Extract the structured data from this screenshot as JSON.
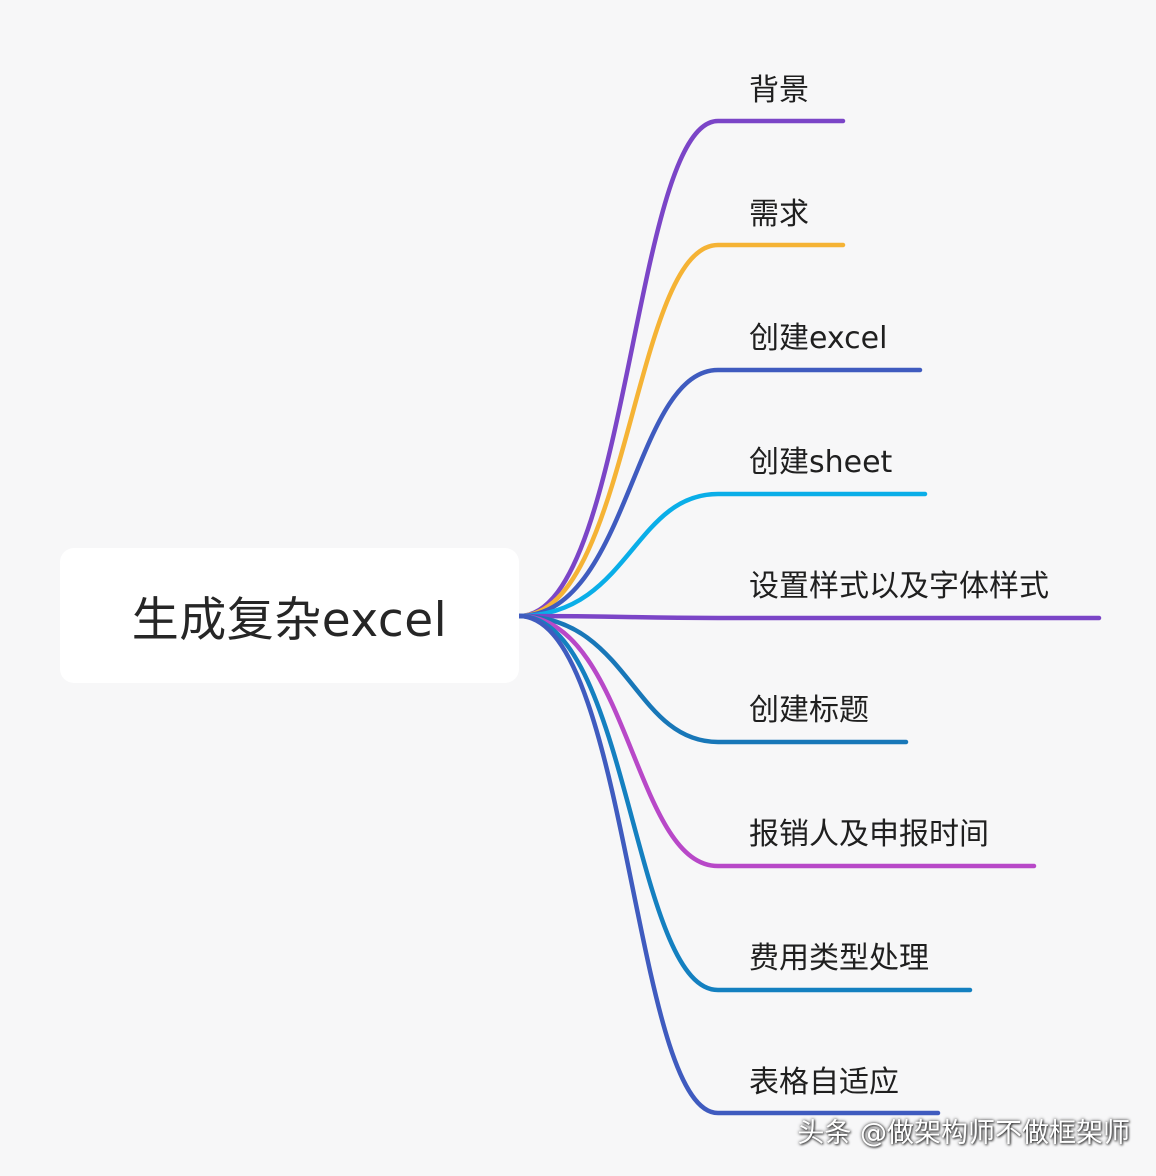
{
  "root": {
    "label": "生成复杂excel"
  },
  "branches": [
    {
      "label": "背景",
      "color": "#7b45c7"
    },
    {
      "label": "需求",
      "color": "#f5b335"
    },
    {
      "label": "创建excel",
      "color": "#3f5bbf"
    },
    {
      "label": "创建sheet",
      "color": "#0aaee8"
    },
    {
      "label": "设置样式以及字体样式",
      "color": "#7b45c7"
    },
    {
      "label": "创建标题",
      "color": "#1877b8"
    },
    {
      "label": "报销人及申报时间",
      "color": "#b848c8"
    },
    {
      "label": "费用类型处理",
      "color": "#1480c0"
    },
    {
      "label": "表格自适应",
      "color": "#3f5bbf"
    }
  ],
  "watermark": "头条 @做架构师不做框架师"
}
